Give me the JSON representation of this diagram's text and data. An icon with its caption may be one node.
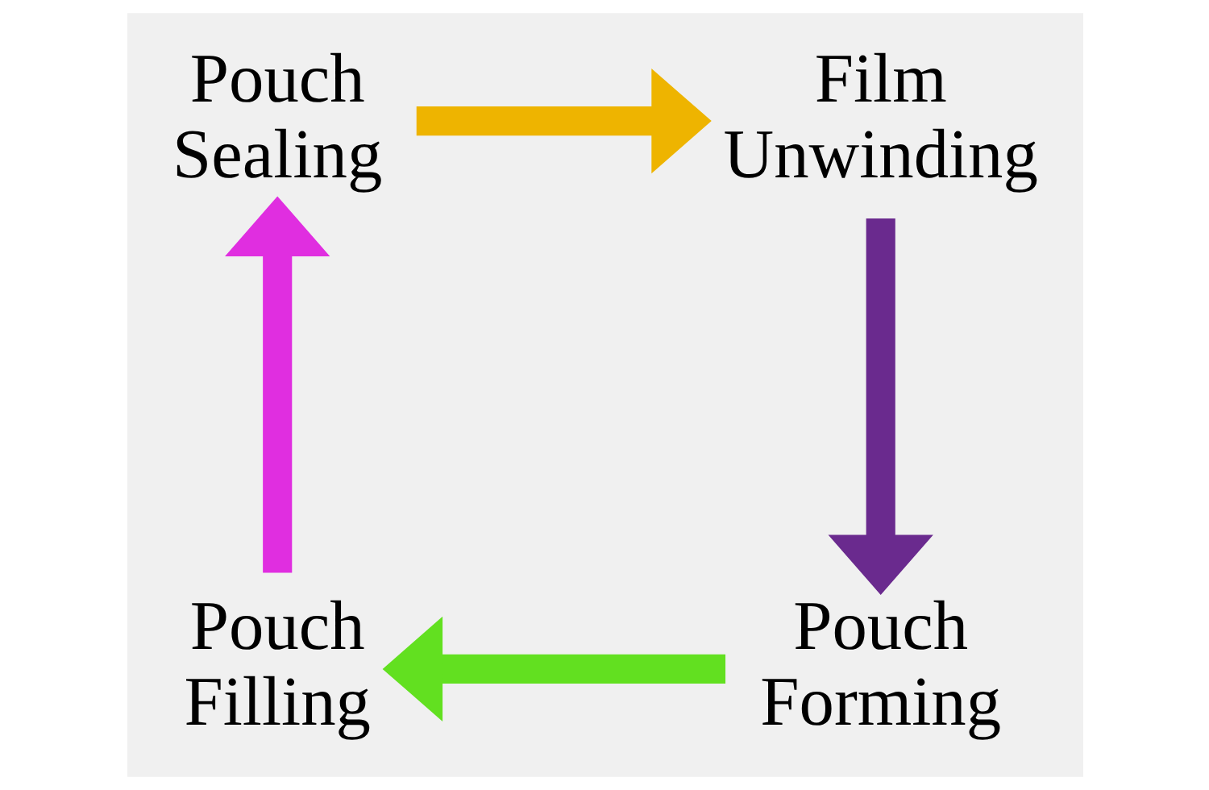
{
  "diagram": {
    "nodes": [
      {
        "text": [
          "Pouch Sealing"
        ]
      },
      {
        "text": [
          "Film Unwinding"
        ]
      },
      {
        "text": [
          "Pouch Filling"
        ]
      },
      {
        "text": [
          "Pouch Forming"
        ]
      }
    ],
    "edges": [
      {
        "from": 0,
        "to": 1,
        "arrow": "to",
        "color": "#eeb400"
      },
      {
        "from": 1,
        "to": 3,
        "arrow": "to",
        "color": "#6a2a8e"
      },
      {
        "from": 3,
        "to": 2,
        "arrow": "to",
        "color": "#62e020"
      },
      {
        "from": 2,
        "to": 0,
        "arrow": "to",
        "color": "#e02ee0"
      }
    ]
  }
}
